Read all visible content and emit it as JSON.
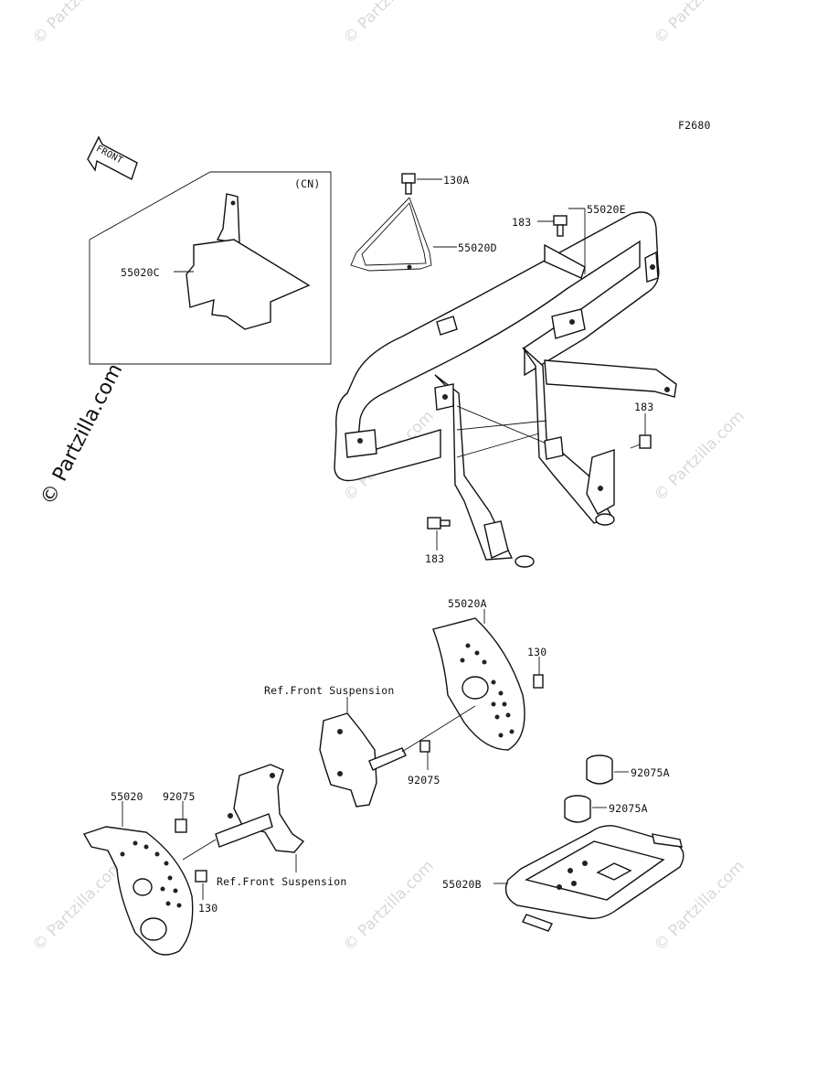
{
  "diagram_code": "F2680",
  "front_label": "FRONT",
  "inset_label": "(CN)",
  "watermark": "© Partzilla.com",
  "parts": {
    "p130A": "130A",
    "p55020D": "55020D",
    "p183_top": "183",
    "p55020E": "55020E",
    "p55020C": "55020C",
    "p183_right": "183",
    "p183_bottom": "183",
    "p55020A": "55020A",
    "p130_right": "130",
    "ref_front_suspension_top": "Ref.Front Suspension",
    "p92075_mid": "92075",
    "p92075A_top": "92075A",
    "p92075A_bottom": "92075A",
    "p55020": "55020",
    "p92075_left": "92075",
    "ref_front_suspension_bottom": "Ref.Front Suspension",
    "p130_left": "130",
    "p55020B": "55020B"
  }
}
